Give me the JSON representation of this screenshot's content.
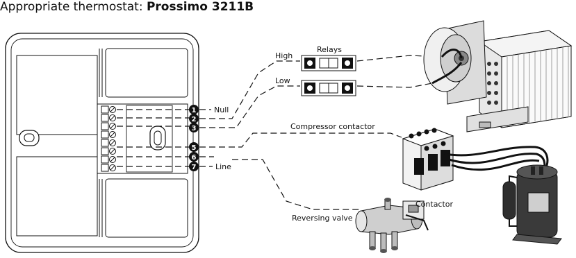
{
  "title": {
    "prefix": "Appropriate thermostat: ",
    "model": "Prossimo 3211B"
  },
  "terminals": [
    "1",
    "2",
    "3",
    "5",
    "6",
    "7"
  ],
  "wire_labels": {
    "null": "Null",
    "line": "Line",
    "high": "High",
    "low": "Low",
    "relays": "Relays",
    "compressor_contactor": "Compressor contactor",
    "contactor": "Contactor",
    "reversing_valve": "Reversing valve"
  }
}
